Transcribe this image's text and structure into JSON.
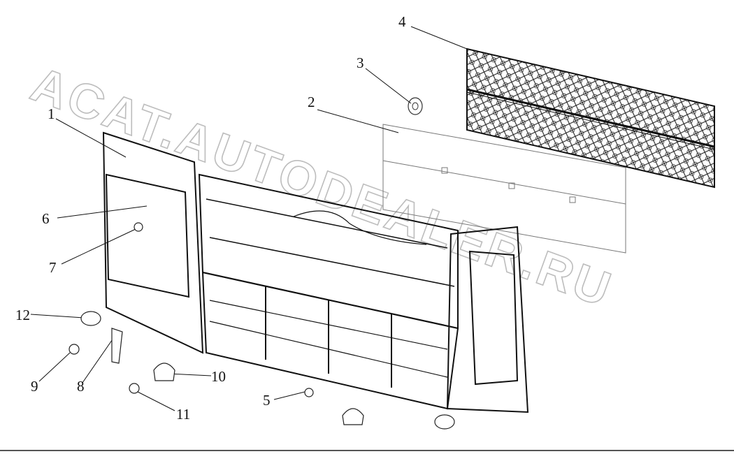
{
  "watermark": "ACAT.AUTODEALER.RU",
  "callouts": [
    "1",
    "2",
    "3",
    "4",
    "5",
    "6",
    "7",
    "8",
    "9",
    "10",
    "11",
    "12"
  ]
}
